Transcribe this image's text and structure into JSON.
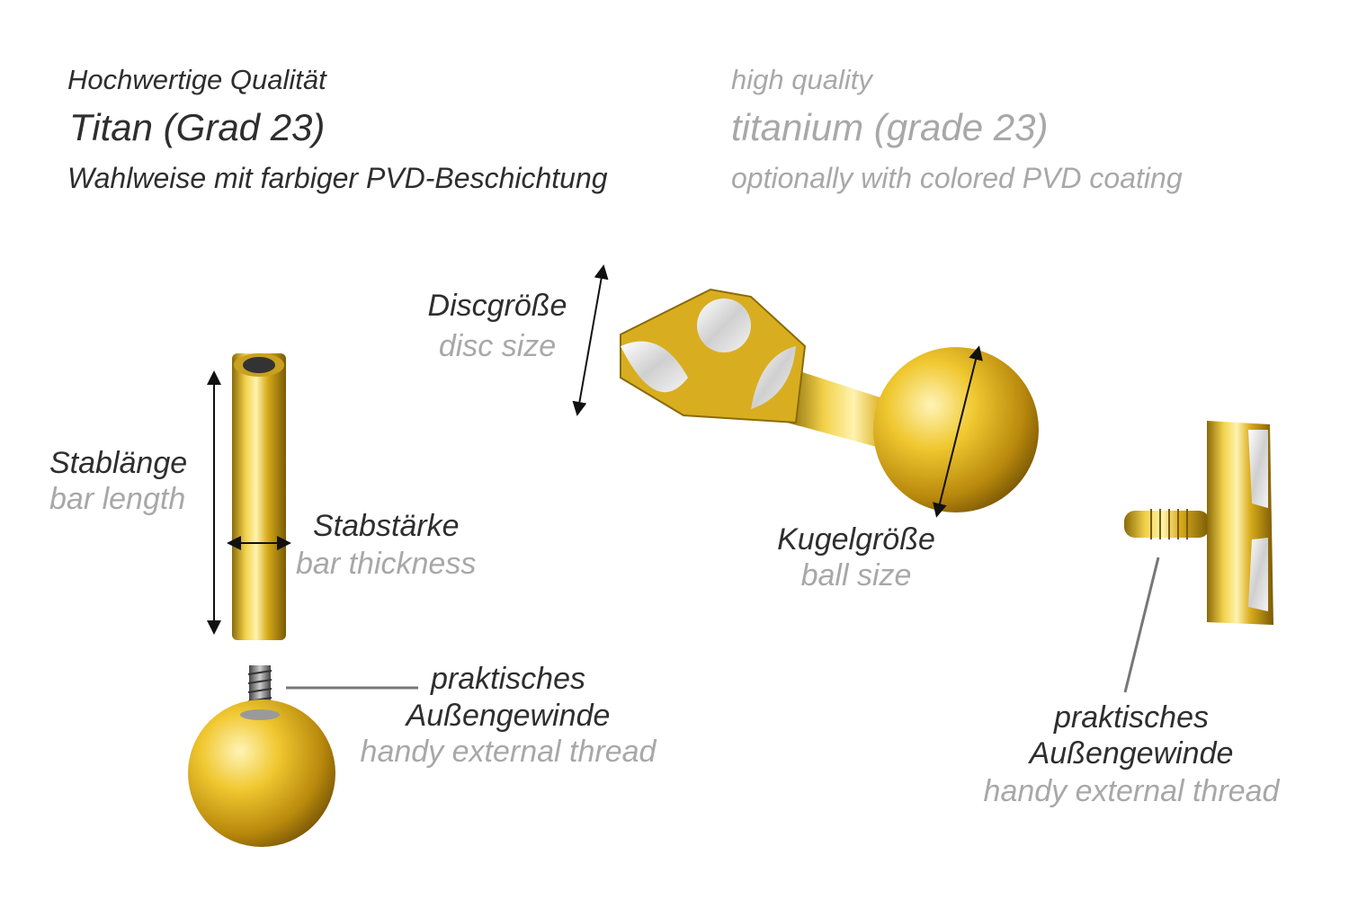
{
  "header": {
    "de": {
      "quality": "Hochwertige Qualität",
      "material": "Titan (Grad 23)",
      "coating": "Wahlweise mit farbiger PVD-Beschichtung"
    },
    "en": {
      "quality": "high quality",
      "material": "titanium (grade 23)",
      "coating": "optionally with colored PVD coating"
    }
  },
  "labels": {
    "disc_size": {
      "de": "Discgröße",
      "en": "disc size"
    },
    "bar_length": {
      "de": "Stablänge",
      "en": "bar length"
    },
    "bar_thickness": {
      "de": "Stabstärke",
      "en": "bar thickness"
    },
    "ball_size": {
      "de": "Kugelgröße",
      "en": "ball size"
    },
    "thread_left": {
      "de1": "praktisches",
      "de2": "Außengewinde",
      "en": "handy external thread"
    },
    "thread_right": {
      "de1": "praktisches",
      "de2": "Außengewinde",
      "en": "handy external thread"
    }
  },
  "colors": {
    "text_dark": "#2e2e2e",
    "text_light": "#a8a8a8",
    "gold": "#e0b820"
  }
}
